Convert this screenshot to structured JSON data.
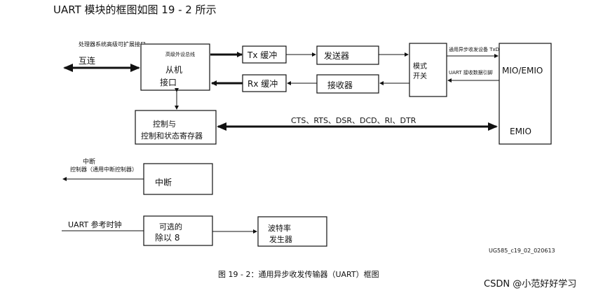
{
  "heading": "UART 模块的框图如图 19 - 2 所示",
  "left": {
    "interconnect_caption": "处理器系统高级可扩展接口",
    "interconnect_label": "互连",
    "interrupt_caption_top": "中断",
    "interrupt_caption": "控制器（通用中断控制器）",
    "refclk_label": "UART 参考时钟"
  },
  "blocks": {
    "apb": {
      "caption": "高级外设总线",
      "line1": "从机",
      "line2": "接口"
    },
    "ctrl": {
      "line1": "控制与",
      "line2": "控制和状态寄存器"
    },
    "tx_fifo": "Tx 缓冲",
    "rx_fifo": "Rx 缓冲",
    "transmitter": "发送器",
    "receiver": "接收器",
    "mode_switch": {
      "line1": "模式",
      "line2": "开关"
    },
    "mio": {
      "label": "MIO/EMIO",
      "emio": "EMIO"
    },
    "interrupt": "中断",
    "divider": {
      "line1": "可选的",
      "line2": "除以 8"
    },
    "baud": {
      "line1": "波特率",
      "line2": "发生器"
    }
  },
  "signals": {
    "txd": "通用异步收发设备 TxD",
    "rxd": "UART 接收数据引脚",
    "modem": "CTS、RTS、DSR、DCD、RI、DTR"
  },
  "figure_id": "UG585_c19_02_020613",
  "caption": "图 19 - 2：通用异步收发传输器（UART）框图",
  "watermark": "CSDN @小范好好学习"
}
